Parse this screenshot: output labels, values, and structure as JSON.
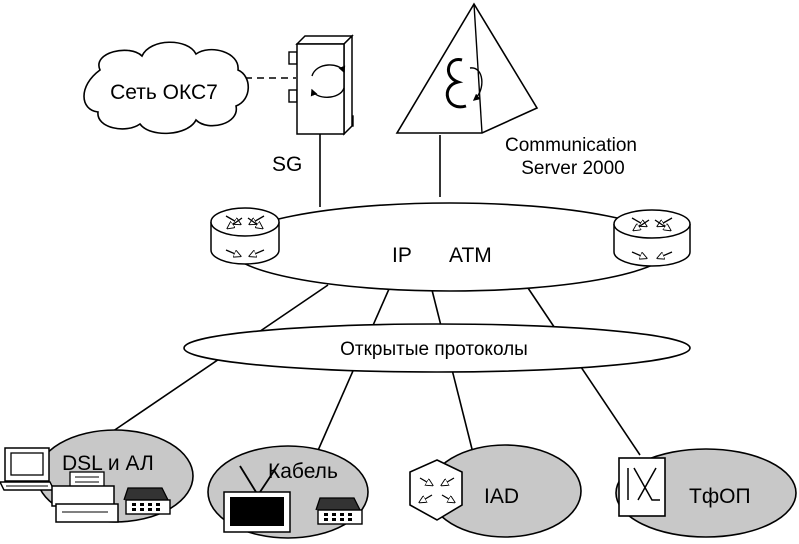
{
  "nodes": {
    "ss7_network": {
      "label": "Сеть ОКС7"
    },
    "signaling_gateway": {
      "label": "SG"
    },
    "communication_server": {
      "label_line1": "Communication",
      "label_line2": "Server  2000"
    },
    "core_network": {
      "label_ip": "IP",
      "label_atm": "ATM"
    },
    "open_protocols": {
      "label": "Открытые протоколы"
    },
    "dsl_access": {
      "label": "DSL и АЛ"
    },
    "cable_access": {
      "label": "Кабель"
    },
    "iad_access": {
      "label": "IAD"
    },
    "pstn_access": {
      "label": "ТфОП"
    }
  },
  "colors": {
    "ellipse_fill": "#c8c8c8",
    "line": "#000000",
    "background": "#ffffff"
  }
}
